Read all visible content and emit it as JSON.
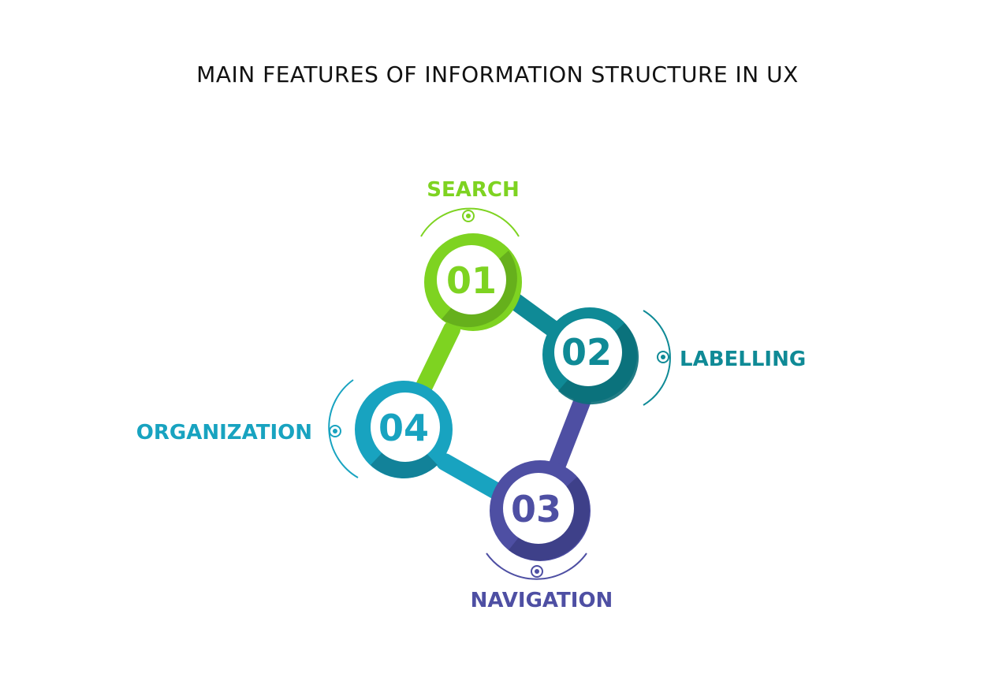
{
  "title": "MAIN FEATURES OF INFORMATION STRUCTURE IN UX",
  "colors": {
    "step1": "#7ed321",
    "step2": "#0f8a96",
    "step3": "#4e4fa3",
    "step4": "#18a3c0"
  },
  "steps": [
    {
      "number": "01",
      "label": "SEARCH"
    },
    {
      "number": "02",
      "label": "LABELLING"
    },
    {
      "number": "03",
      "label": "NAVIGATION"
    },
    {
      "number": "04",
      "label": "ORGANIZATION"
    }
  ]
}
